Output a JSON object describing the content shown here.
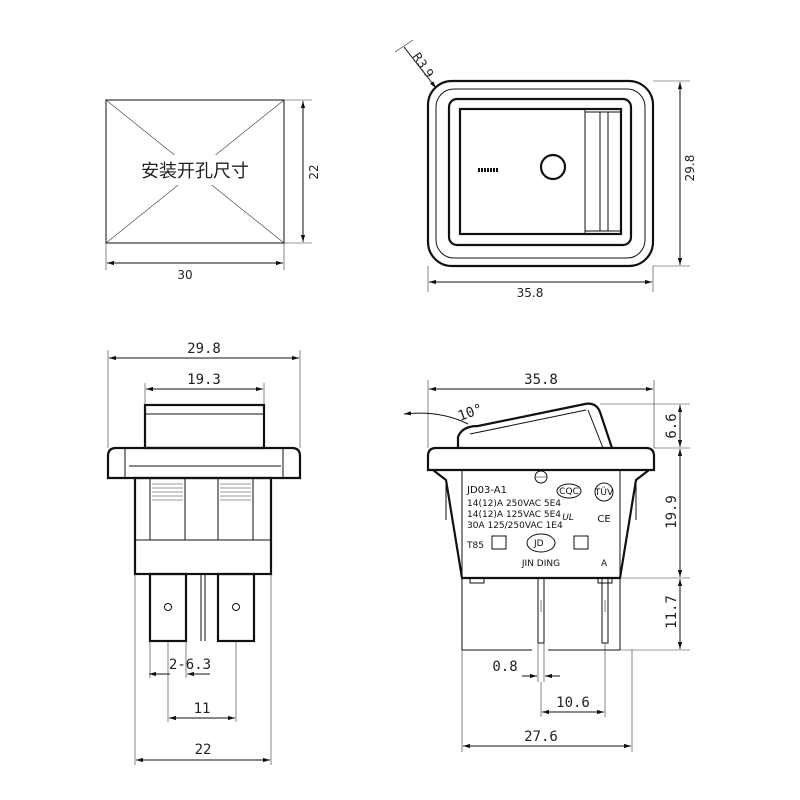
{
  "cutout": {
    "label": "安装开孔尺寸",
    "width": "30",
    "height": "22"
  },
  "front": {
    "corner_radius": "R3.9",
    "width": "35.8",
    "height": "29.8"
  },
  "end_view": {
    "overall_width": "29.8",
    "rocker_width": "19.3",
    "terminal_label": "2-6.3",
    "terminal_spacing": "11",
    "body_width": "22"
  },
  "side_view": {
    "overall_width": "35.8",
    "rocker_angle": "10°",
    "rocker_height": "6.6",
    "body_height": "19.9",
    "terminal_length": "11.7",
    "pin_thickness": "0.8",
    "pin_spacing": "10.6",
    "body_width": "27.6",
    "model": "JD03-A1",
    "ratings": [
      "14(12)A 250VAC 5E4",
      "14(12)A 125VAC 5E4",
      "30A 125/250VAC 1E4"
    ],
    "temp": "T85",
    "brand": "JIN DING",
    "marks": {
      "cqc": "CQC",
      "ce": "CE",
      "ul": "UL",
      "tuv": "TÜV"
    }
  }
}
